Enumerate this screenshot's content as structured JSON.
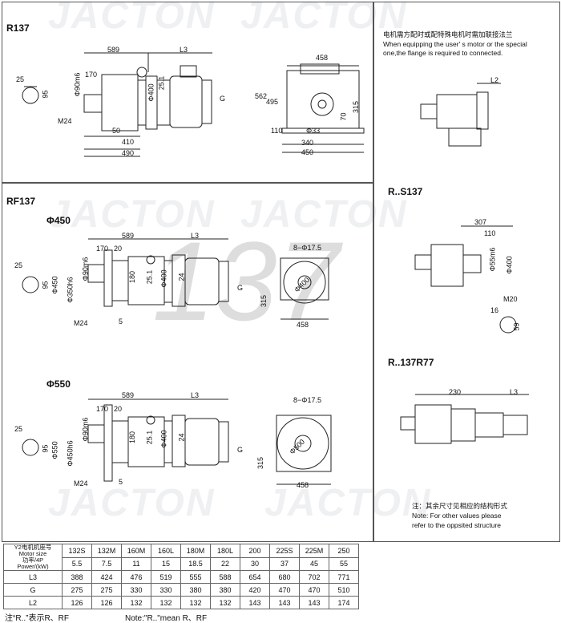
{
  "watermark": {
    "brand": "JACTON",
    "number": "137"
  },
  "r137": {
    "title": "R137",
    "dims": {
      "d589": "589",
      "dL3": "L3",
      "d170": "170",
      "d90m6": "Φ90m6",
      "d400": "Φ400",
      "d251": "25.1",
      "dG": "G",
      "d24": "M24",
      "d50": "50",
      "d410": "410",
      "d490": "490",
      "d25": "25",
      "d95": "95",
      "d458": "458",
      "d562": "562",
      "d495": "495",
      "d315": "315",
      "d70": "70",
      "d110": "110",
      "d33": "Φ33",
      "d340": "340",
      "d450": "450"
    }
  },
  "note_top": {
    "cn": "电机需方配时或配特殊电机时需加联接法兰",
    "en1": "When equipping the user' s motor or the special",
    "en2": "one,the flange is required to connected.",
    "l2": "L2"
  },
  "rf137": {
    "title": "RF137",
    "phi450": "Φ450",
    "phi550": "Φ550",
    "dims": {
      "d589": "589",
      "dL3": "L3",
      "d170": "170",
      "d20": "20",
      "d90m6": "Φ90m6",
      "d180": "180",
      "d251": "25.1",
      "d400": "Φ400",
      "d24": "24",
      "dG": "G",
      "d25": "25",
      "d95": "95",
      "d450": "Φ450",
      "d350h6": "Φ350h6",
      "dM24": "M24",
      "d5": "5",
      "d8": "8−Φ17.5",
      "d400c": "Φ400",
      "d315": "315",
      "d458": "458",
      "d450h6": "Φ450h6",
      "d550": "Φ550",
      "d500": "Φ500"
    }
  },
  "rs137": {
    "title": "R..S137",
    "dims": {
      "d307": "307",
      "d110": "110",
      "d55m6": "Φ55m6",
      "d400": "Φ400",
      "dM20": "M20",
      "d16": "16",
      "d59": "59"
    }
  },
  "r137r77": {
    "title": "R..137R77",
    "dims": {
      "d230": "230",
      "dL3": "L3"
    }
  },
  "note_bottom": {
    "cn": "注：其余尺寸见相应的结构形式",
    "en1": "Note: For other values please",
    "en2": "refer to the oppsited structure"
  },
  "table": {
    "header_lines": [
      "Y2电机机座号",
      "Motor size",
      "功率/4P",
      "Power/(kW)"
    ],
    "motor_sizes": [
      "132S",
      "132M",
      "160M",
      "160L",
      "180M",
      "180L",
      "200",
      "225S",
      "225M",
      "250"
    ],
    "rows": [
      {
        "label": "",
        "values": [
          "5.5",
          "7.5",
          "11",
          "15",
          "18.5",
          "22",
          "30",
          "37",
          "45",
          "55"
        ]
      },
      {
        "label": "L3",
        "values": [
          "388",
          "424",
          "476",
          "519",
          "555",
          "588",
          "654",
          "680",
          "702",
          "771"
        ]
      },
      {
        "label": "G",
        "values": [
          "275",
          "275",
          "330",
          "330",
          "380",
          "380",
          "420",
          "470",
          "470",
          "510"
        ]
      },
      {
        "label": "L2",
        "values": [
          "126",
          "126",
          "132",
          "132",
          "132",
          "132",
          "143",
          "143",
          "143",
          "174"
        ]
      }
    ]
  },
  "footer": {
    "cn": "注“R..”表示R、RF",
    "en": "Note:\"R..\"mean R、RF"
  }
}
